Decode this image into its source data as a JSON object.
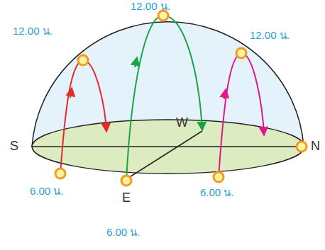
{
  "diagram": {
    "labels": [
      "12.00 น.",
      "12.00 น.",
      "12.00 น.",
      "S",
      "W",
      "N",
      "6.00 น.",
      "E",
      "6.00 น.",
      "6.00 น."
    ]
  }
}
